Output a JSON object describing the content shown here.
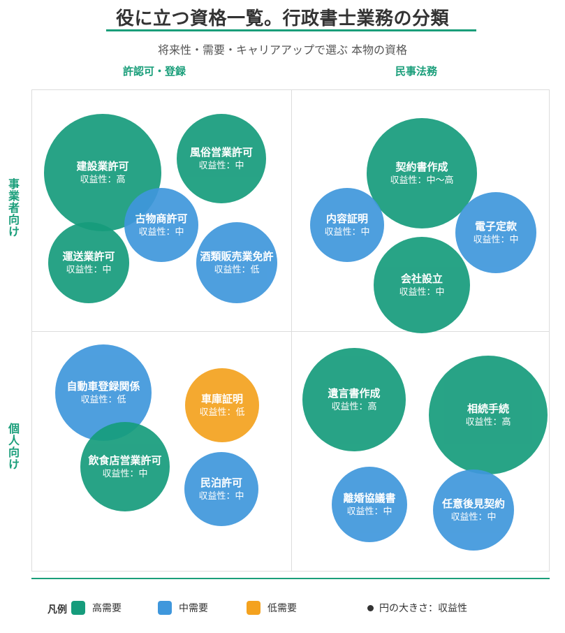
{
  "title": "役に立つ資格一覧。行政書士業務の分類",
  "subtitle": "将来性・需要・キャリアアップで選ぶ 本物の資格",
  "columns": [
    "許認可・登録",
    "民事法務"
  ],
  "rows": [
    "事業者向け",
    "個人向け"
  ],
  "profit_prefix": "収益性：",
  "colors": {
    "high": "#169c7c",
    "mid": "#3f97dc",
    "low": "#f4a21f"
  },
  "bubbles": [
    {
      "name": "建設業許可",
      "profit": "高",
      "demand": "high"
    },
    {
      "name": "風俗営業許可",
      "profit": "中",
      "demand": "high"
    },
    {
      "name": "運送業許可",
      "profit": "中",
      "demand": "high"
    },
    {
      "name": "古物商許可",
      "profit": "中",
      "demand": "mid"
    },
    {
      "name": "酒類販売業免許",
      "profit": "低",
      "demand": "mid"
    },
    {
      "name": "契約書作成",
      "profit": "中～高",
      "demand": "high"
    },
    {
      "name": "内容証明",
      "profit": "中",
      "demand": "mid"
    },
    {
      "name": "電子定款",
      "profit": "中",
      "demand": "mid"
    },
    {
      "name": "会社設立",
      "profit": "中",
      "demand": "high"
    },
    {
      "name": "自動車登録関係",
      "profit": "低",
      "demand": "mid"
    },
    {
      "name": "車庫証明",
      "profit": "低",
      "demand": "low"
    },
    {
      "name": "飲食店営業許可",
      "profit": "中",
      "demand": "high"
    },
    {
      "name": "民泊許可",
      "profit": "中",
      "demand": "mid"
    },
    {
      "name": "遺言書作成",
      "profit": "高",
      "demand": "high"
    },
    {
      "name": "相続手続",
      "profit": "高",
      "demand": "high"
    },
    {
      "name": "離婚協議書",
      "profit": "中",
      "demand": "mid"
    },
    {
      "name": "任意後見契約",
      "profit": "中",
      "demand": "mid"
    }
  ],
  "legend": {
    "label": "凡例",
    "high": "高需要",
    "mid": "中需要",
    "low": "低需要",
    "size_note": "円の大きさ：収益性"
  }
}
